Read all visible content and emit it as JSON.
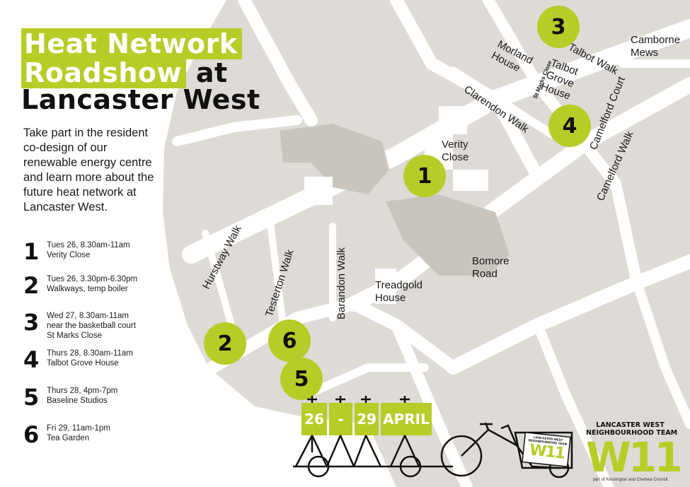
{
  "title": {
    "line1": "Heat Network",
    "line2_highlight": "Roadshow",
    "line2_rest": "at",
    "line3": "Lancaster West"
  },
  "intro": "Take part in the resident co-design of our renewable energy centre and learn more about the future heat network at Lancaster West.",
  "schedule": [
    {
      "num": "1",
      "line1": "Tues 26, 8.30am-11am",
      "line2": "Verity Close",
      "line3": ""
    },
    {
      "num": "2",
      "line1": "Tues 26, 3.30pm-6.30pm",
      "line2": "Walkways, temp boiler",
      "line3": ""
    },
    {
      "num": "3",
      "line1": "Wed 27, 8.30am-11am",
      "line2": "near the basketball court",
      "line3": "St Marks Close"
    },
    {
      "num": "4",
      "line1": "Thurs 28, 8.30am-11am",
      "line2": "Talbot Grove House",
      "line3": ""
    },
    {
      "num": "5",
      "line1": "Thurs 28, 4pm-7pm",
      "line2": "Baseline Studios",
      "line3": ""
    },
    {
      "num": "6",
      "line1": "Fri 29, 11am-1pm",
      "line2": "Tea Garden",
      "line3": ""
    }
  ],
  "markers": [
    "1",
    "2",
    "3",
    "4",
    "5",
    "6"
  ],
  "places": {
    "camborne": "Camborne\nMews",
    "morland": "Morland\nHouse",
    "st_marks": "St Marks Close",
    "talbot_grove": "Talbot\nGrove\nHouse",
    "talbot_walk": "Talbot Walk",
    "clarendon": "Clarendon Walk",
    "camelford_court": "Camelford Court",
    "camelford_walk": "Camelford Walk",
    "verity": "Verity\nClose",
    "bomore": "Bomore\nRoad",
    "treadgold": "Treadgold\nHouse",
    "hurstway": "Hurstway Walk",
    "testerton": "Testerton Walk",
    "barandon": "Barandon Walk"
  },
  "dates": {
    "d1": "26",
    "dash": "-",
    "d2": "29",
    "month": "APRIL"
  },
  "cart_sign": {
    "line1": "LANCASTER WEST",
    "line2": "NEIGHBOURHOOD TEAM",
    "mark": "W11"
  },
  "logo": {
    "line1": "LANCASTER WEST",
    "line2": "NEIGHBOURHOOD TEAM",
    "mark": "W11",
    "sub": "part of Kensington and Chelsea Council"
  },
  "colors": {
    "accent": "#b7cc27",
    "map_fill": "#dedbd6",
    "road": "#ffffff",
    "building": "#c9c5be"
  }
}
